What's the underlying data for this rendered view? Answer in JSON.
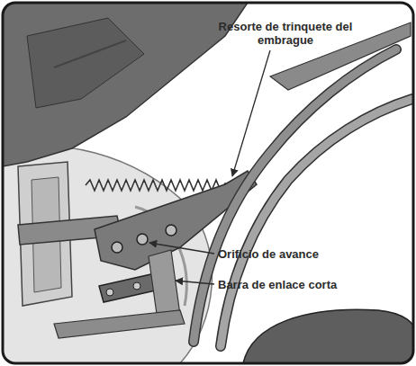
{
  "diagram": {
    "labels": [
      "Resorte de trinquete del embrague",
      "Orificio de avance",
      "Barra de enlace corta"
    ]
  }
}
